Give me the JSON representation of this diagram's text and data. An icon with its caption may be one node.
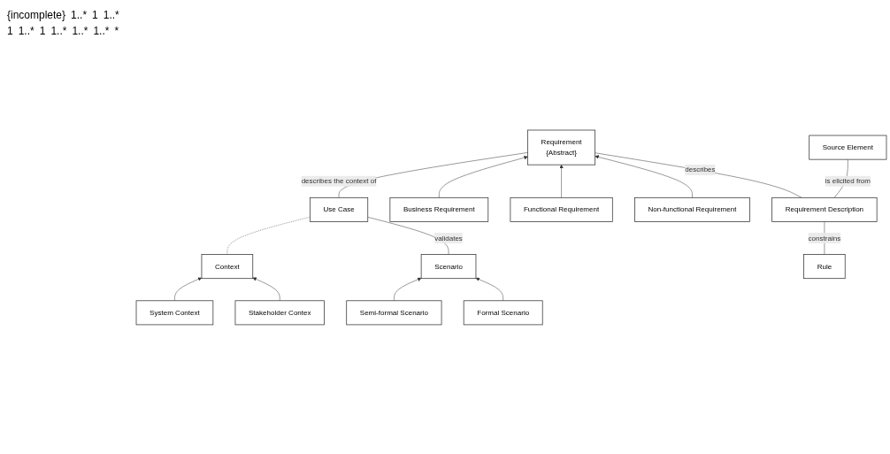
{
  "diagram": {
    "nodes": [
      {
        "text": [
          "Source Element"
        ]
      },
      {
        "text": [
          "Context"
        ]
      },
      {
        "text": [
          "System Context"
        ]
      },
      {
        "text": [
          "Stakeholder Contex"
        ]
      },
      {
        "text": [
          "Requirement",
          "{Abstract}"
        ]
      },
      {
        "text": [
          "Business Requirement"
        ]
      },
      {
        "text": [
          "Functional Requirement"
        ]
      },
      {
        "text": [
          "Non-functional Requirement"
        ]
      },
      {
        "text": [
          "Use Case"
        ]
      },
      {
        "text": [
          "Requirement Description"
        ]
      },
      {
        "text": [
          "Scenario"
        ]
      },
      {
        "text": [
          "Rule"
        ]
      },
      {
        "text": [
          "Semi-formal Scenario"
        ]
      },
      {
        "text": [
          "Formal Scenario"
        ]
      }
    ],
    "edges": [
      {
        "from": 2,
        "to": 1,
        "arrow": "to"
      },
      {
        "from": 3,
        "to": 1,
        "arrow": "to"
      },
      {
        "from": 8,
        "to": 4,
        "arrow": "none",
        "label": "describes the context of"
      },
      {
        "from": 1,
        "to": 8,
        "arrow": "none",
        "style": "dashed"
      },
      {
        "from": 9,
        "to": 0,
        "arrow": "none",
        "label": "is elicited from"
      },
      {
        "from": 5,
        "to": 4,
        "arrow": "to"
      },
      {
        "from": 6,
        "to": 4,
        "arrow": "to"
      },
      {
        "from": 7,
        "to": 4,
        "arrow": "to"
      },
      {
        "from": 9,
        "to": 4,
        "arrow": "none",
        "label": "describes"
      },
      {
        "from": 10,
        "to": 8,
        "arrow": "none",
        "label": "validates"
      },
      {
        "from": 11,
        "to": 9,
        "arrow": "none",
        "label": "constrains"
      },
      {
        "from": 12,
        "to": 10,
        "arrow": "to"
      },
      {
        "from": 13,
        "to": 10,
        "arrow": "to"
      }
    ],
    "labels": [
      "{incomplete}",
      "1..*",
      "1",
      "1..*",
      "1",
      "1..*",
      "1",
      "1..*",
      "1..*",
      "1..*",
      "*"
    ]
  }
}
